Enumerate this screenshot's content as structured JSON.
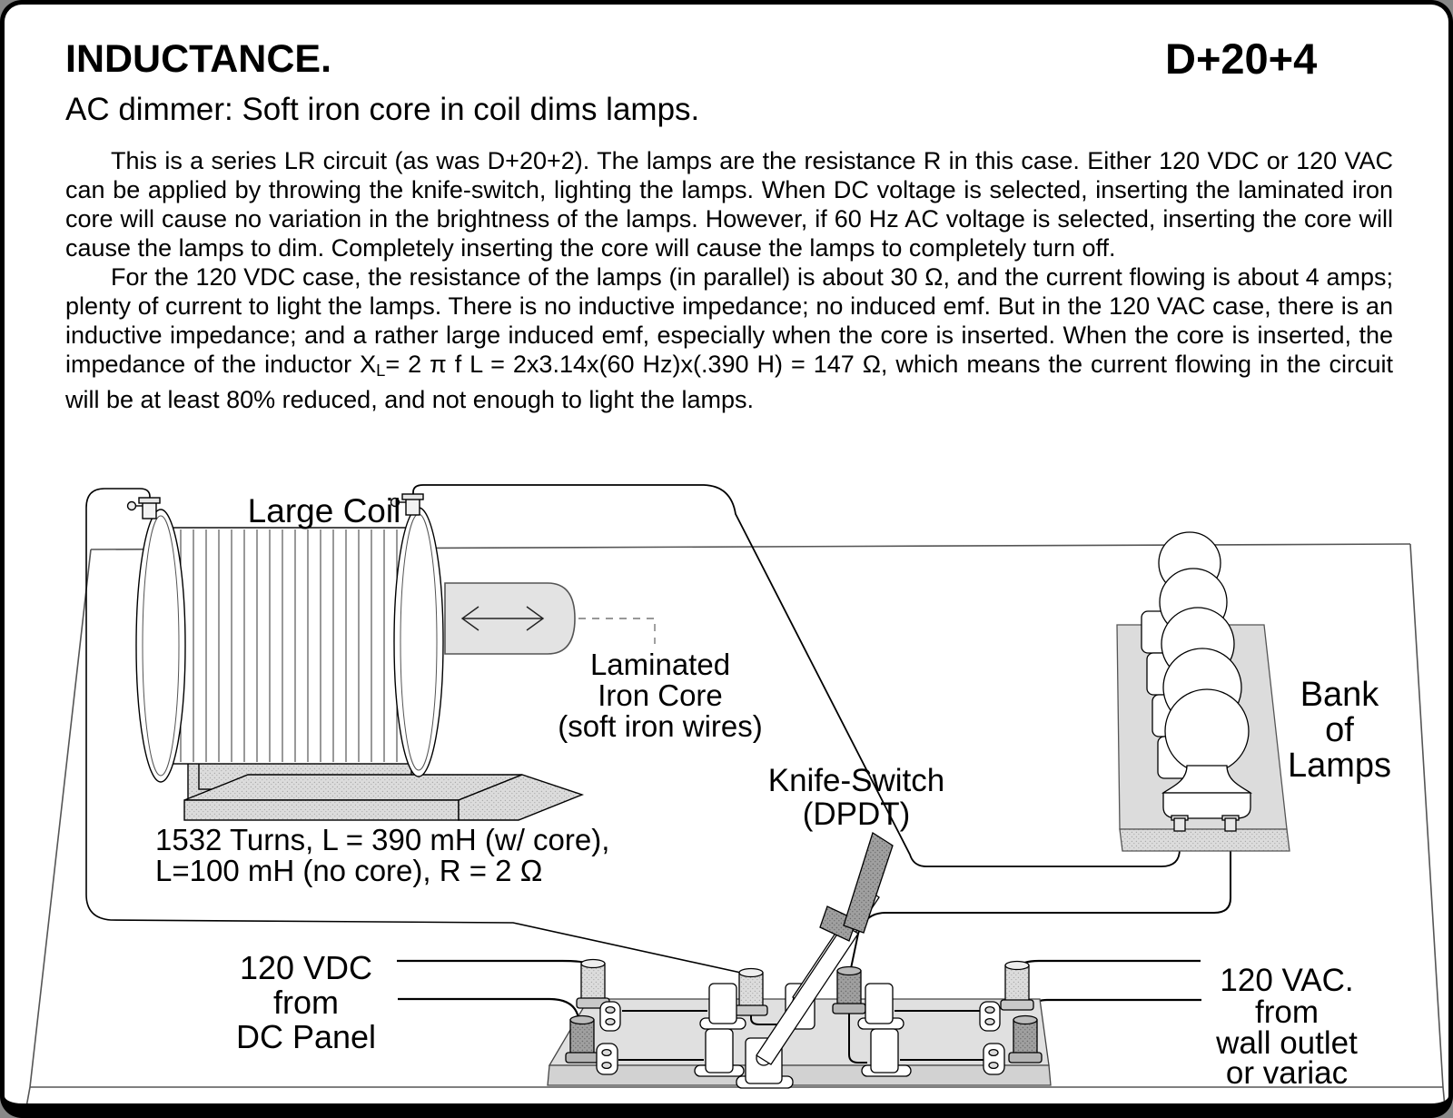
{
  "header": {
    "title": "INDUCTANCE.",
    "code": "D+20+4",
    "subtitle": "AC dimmer:  Soft iron core in coil dims lamps."
  },
  "paragraphs": {
    "p1": "This is a series LR circuit (as was D+20+2).  The lamps are the resistance R in this case.  Either 120 VDC or 120 VAC can be applied by throwing the knife-switch, lighting the lamps.  When DC voltage is selected, inserting the laminated iron core will cause no variation in the brightness of the lamps.  However, if 60 Hz AC voltage is selected, inserting the core will cause the lamps to dim.  Completely inserting the core will cause the lamps to completely turn off.",
    "p2_before_sub": "For the 120 VDC case, the resistance of the lamps (in parallel) is about 30 Ω, and the current flowing is about 4 amps; plenty of current to light the lamps.  There is no inductive impedance; no induced emf.  But in the 120 VAC case, there is an inductive impedance; and a rather large induced emf, especially when the core is inserted.  When the core is inserted, the impedance of the inductor X",
    "p2_sub": "L",
    "p2_after_sub": "= 2 π  f L = 2x3.14x(60 Hz)x(.390 H) = 147 Ω, which means the current flowing in the circuit will be at least 80% reduced, and not enough to light the lamps."
  },
  "diagram": {
    "labels": {
      "large_coil": "Large Coil",
      "coil_specs_line1": "1532 Turns, L =  390 mH (w/ core),",
      "coil_specs_line2": "L=100 mH (no core), R = 2 Ω",
      "core_line1": "Laminated",
      "core_line2": "Iron Core",
      "core_line3": "(soft iron wires)",
      "switch_line1": "Knife-Switch",
      "switch_line2": "(DPDT)",
      "bank_line1": "Bank",
      "bank_line2": "of",
      "bank_line3": "Lamps",
      "dc_line1": "120 VDC",
      "dc_line2": "from",
      "dc_line3": "DC Panel",
      "ac_line1": "120 VAC.",
      "ac_line2": "from",
      "ac_line3": "wall outlet",
      "ac_line4": "or variac"
    }
  }
}
